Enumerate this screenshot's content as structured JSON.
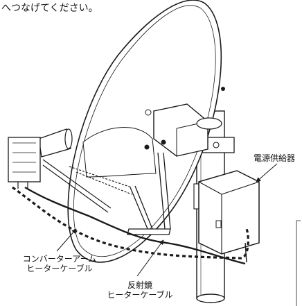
{
  "caption": "へつなげてください。",
  "labels": {
    "power_supply": "電源供給器",
    "converter_arm_line1": "コンバーターアーム",
    "converter_arm_line2": "ヒーターケーブル",
    "reflector_line1": "反射鏡",
    "reflector_line2": "ヒーターケーブル"
  },
  "colors": {
    "line": "#1a1a1a",
    "fill": "#ffffff"
  }
}
